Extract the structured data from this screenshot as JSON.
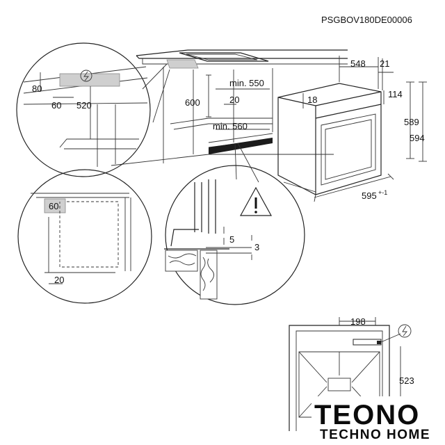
{
  "product_code": "PSGBOV180DE00006",
  "overview": {
    "niche_depth": "min. 550",
    "niche_height": "600",
    "gap_20": "20",
    "niche_width": "min. 560"
  },
  "detail_top_left": {
    "dim_80": "80",
    "dim_60": "60",
    "dim_520": "520"
  },
  "detail_side": {
    "dim_60": "60",
    "dim_20": "20"
  },
  "detail_bottom": {
    "dim_5": "5",
    "dim_3": "3"
  },
  "oven": {
    "depth": "548",
    "door": "21",
    "top_offset": "114",
    "top_gap": "18",
    "body_height": "589",
    "total_height": "594",
    "width": "595",
    "width_tolerance": "+-1"
  },
  "rear_view": {
    "dim_198": "198",
    "dim_523": "523"
  },
  "logo": {
    "brand": "TEONO",
    "tagline": "TECHNO HOME"
  },
  "icons": [
    "electric-hazard-icon",
    "warning-triangle-icon"
  ]
}
